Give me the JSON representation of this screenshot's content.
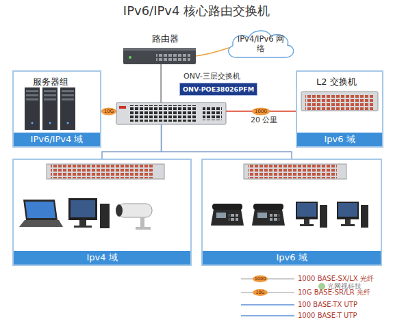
{
  "diagram": {
    "title": "IPv6/IPv4 核心路由交换机",
    "nodes": [
      {
        "text": [
          "路由器"
        ]
      },
      {
        "text": [
          "IPv4/IPv6 网络"
        ]
      },
      {
        "text": [
          "ONV-三层交换机",
          "ONV-POE38026PFM"
        ]
      },
      {
        "text": [
          "服务器组",
          "IPv6/IPv4 域"
        ]
      },
      {
        "text": [
          "L2 交换机",
          "Ipv6 域"
        ]
      },
      {
        "text": [
          "Ipv4 域"
        ]
      },
      {
        "text": [
          "Ipv6 域"
        ]
      }
    ],
    "edges": [
      {
        "from": 0,
        "to": 2,
        "arrow": "none"
      },
      {
        "from": 0,
        "to": 1,
        "arrow": "none"
      },
      {
        "from": 2,
        "to": 3,
        "label": "10G",
        "arrow": "none"
      },
      {
        "from": 2,
        "to": 4,
        "label": "1000",
        "arrow": "none"
      },
      {
        "from": 2,
        "to": 5,
        "arrow": "none"
      },
      {
        "from": 2,
        "to": 6,
        "arrow": "none"
      }
    ],
    "labels": [
      "20 公里",
      "1000",
      "10G",
      "光网视科技"
    ],
    "legend": [
      {
        "text": "1000 BASE-SX/LX 光纤"
      },
      {
        "text": "10G BASE-SR/LR 光纤"
      },
      {
        "text": "100 BASE-TX UTP"
      },
      {
        "text": "1000 BASE-T UTP"
      }
    ]
  }
}
